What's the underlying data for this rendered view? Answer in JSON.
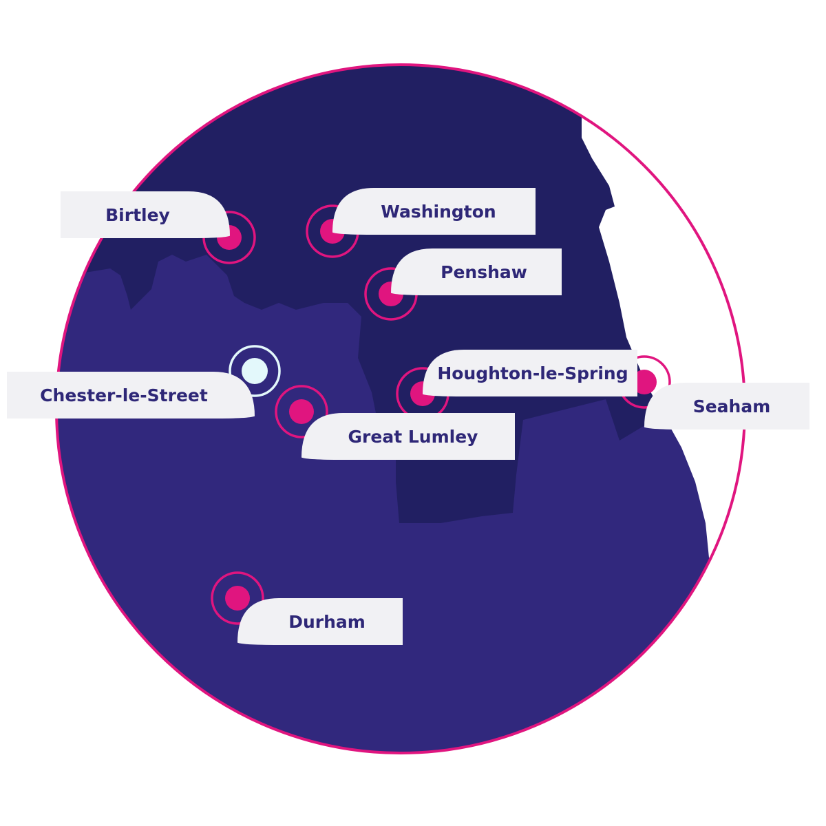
{
  "map": {
    "colors": {
      "background": "#ffffff",
      "sea": "#ffffff",
      "land_light": "#31287d",
      "land_dark": "#211f62",
      "border_ring": "#e0157f",
      "marker": "#e0157f",
      "marker_highlight": "#e3f8fb",
      "label_fill": "#f1f1f4",
      "label_text": "#2e2777"
    },
    "locations": [
      {
        "id": "birtley",
        "name": "Birtley",
        "icon": "location-pin-icon",
        "highlighted": false
      },
      {
        "id": "washington",
        "name": "Washington",
        "icon": "location-pin-icon",
        "highlighted": false
      },
      {
        "id": "penshaw",
        "name": "Penshaw",
        "icon": "location-pin-icon",
        "highlighted": false
      },
      {
        "id": "chester-le-street",
        "name": "Chester-le-Street",
        "icon": "location-pin-icon",
        "highlighted": true
      },
      {
        "id": "houghton-le-spring",
        "name": "Houghton-le-Spring",
        "icon": "location-pin-icon",
        "highlighted": false
      },
      {
        "id": "seaham",
        "name": "Seaham",
        "icon": "location-pin-icon",
        "highlighted": false
      },
      {
        "id": "great-lumley",
        "name": "Great Lumley",
        "icon": "location-pin-icon",
        "highlighted": false
      },
      {
        "id": "durham",
        "name": "Durham",
        "icon": "location-pin-icon",
        "highlighted": false
      }
    ]
  }
}
